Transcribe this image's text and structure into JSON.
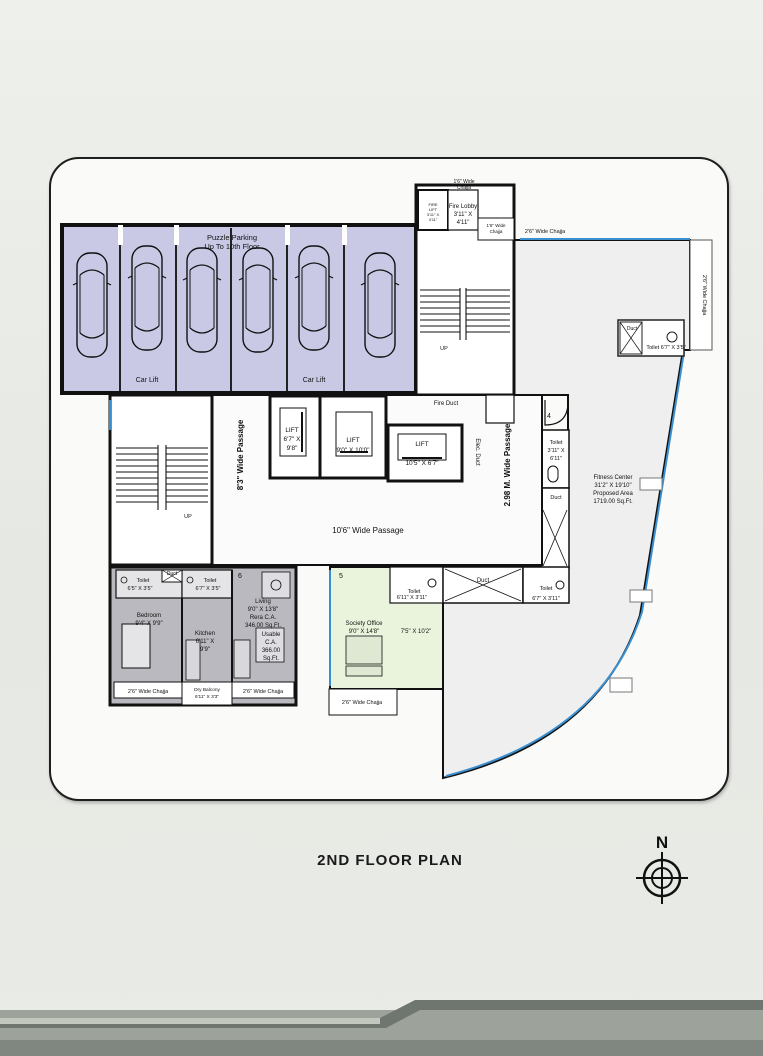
{
  "plan": {
    "title": "2ND FLOOR PLAN",
    "north_letter": "N"
  },
  "parking": {
    "label_line1": "Puzzle Parking",
    "label_line2": "Up To 10th Floor",
    "car_lift_left": "Car Lift",
    "car_lift_right": "Car Lift"
  },
  "core": {
    "fire_lift": [
      "FIRE",
      "LIFT",
      "3'11\" X",
      "4'11\""
    ],
    "fire_lobby": [
      "Fire Lobby",
      "3'11\" X",
      "4'11\""
    ],
    "chajja_top": [
      "1'6\" Wide",
      "Chajja"
    ],
    "chajja_right": [
      "1'6\" Wide",
      "Chajja"
    ],
    "chajja_26_top": "2'6\" Wide Chajja",
    "chajja_26_vert": "2'6\" Wide Chajja",
    "stair_up_right": "UP",
    "stair_up_left": "UP",
    "lift1": [
      "LIFT",
      "6'7\" X",
      "9'8\""
    ],
    "lift2": [
      "LIFT",
      "9'0\" X 10'0\""
    ],
    "lift3": [
      "LIFT",
      "10'5\" X 6'7\""
    ],
    "fire_duct": "Fire Duct",
    "elec_duct": "Elec. Duct",
    "passage_83": "8'3\" Wide Passage",
    "passage_298": "2.98 M. Wide Passage",
    "passage_106": "10'6\" Wide Passage"
  },
  "fitness": {
    "num": "4",
    "lines": [
      "Fitness Center",
      "31'2\" X 19'10\"",
      "Proposed Area",
      "1719.00 Sq.Ft."
    ],
    "toilet_top": "Toilet 6'7\" X 3'5\"",
    "toilet_side": [
      "Toilet",
      "3'11\" X",
      "6'11\""
    ],
    "duct_top": "Duct",
    "duct_side": "Duct"
  },
  "flat6": {
    "num": "6",
    "toilet1": [
      "Toilet",
      "6'5\" X 3'5\""
    ],
    "toilet2": [
      "Toilet",
      "6'7\" X 3'5\""
    ],
    "duct": "Duct",
    "bedroom": [
      "Bedroom",
      "9'4\" X 9'9\""
    ],
    "kitchen": [
      "Kitchen",
      "6'11\" X",
      "9'9\""
    ],
    "living": [
      "Living",
      "9'0\" X 13'8\"",
      "Rera C.A.",
      "346.00 Sq.Ft.",
      "Usable",
      "C.A.",
      "366.00",
      "Sq.Ft."
    ],
    "dry_balcony": [
      "Dry Balcony",
      "6'11\" X 3'3\""
    ],
    "chajja_left": "2'6\" Wide Chajja",
    "chajja_right": "2'6\" Wide Chajja"
  },
  "office5": {
    "num": "5",
    "toilet": [
      "Toilet",
      "6'11\" X 3'11\""
    ],
    "office": [
      "Society Office",
      "9'0\" X 14'8\""
    ],
    "dim": "7'5\" X 10'2\"",
    "chajja": "2'6\" Wide Chajja",
    "duct": "Duct",
    "toilet_right": [
      "Toilet",
      "6'7\" X 3'11\""
    ]
  }
}
